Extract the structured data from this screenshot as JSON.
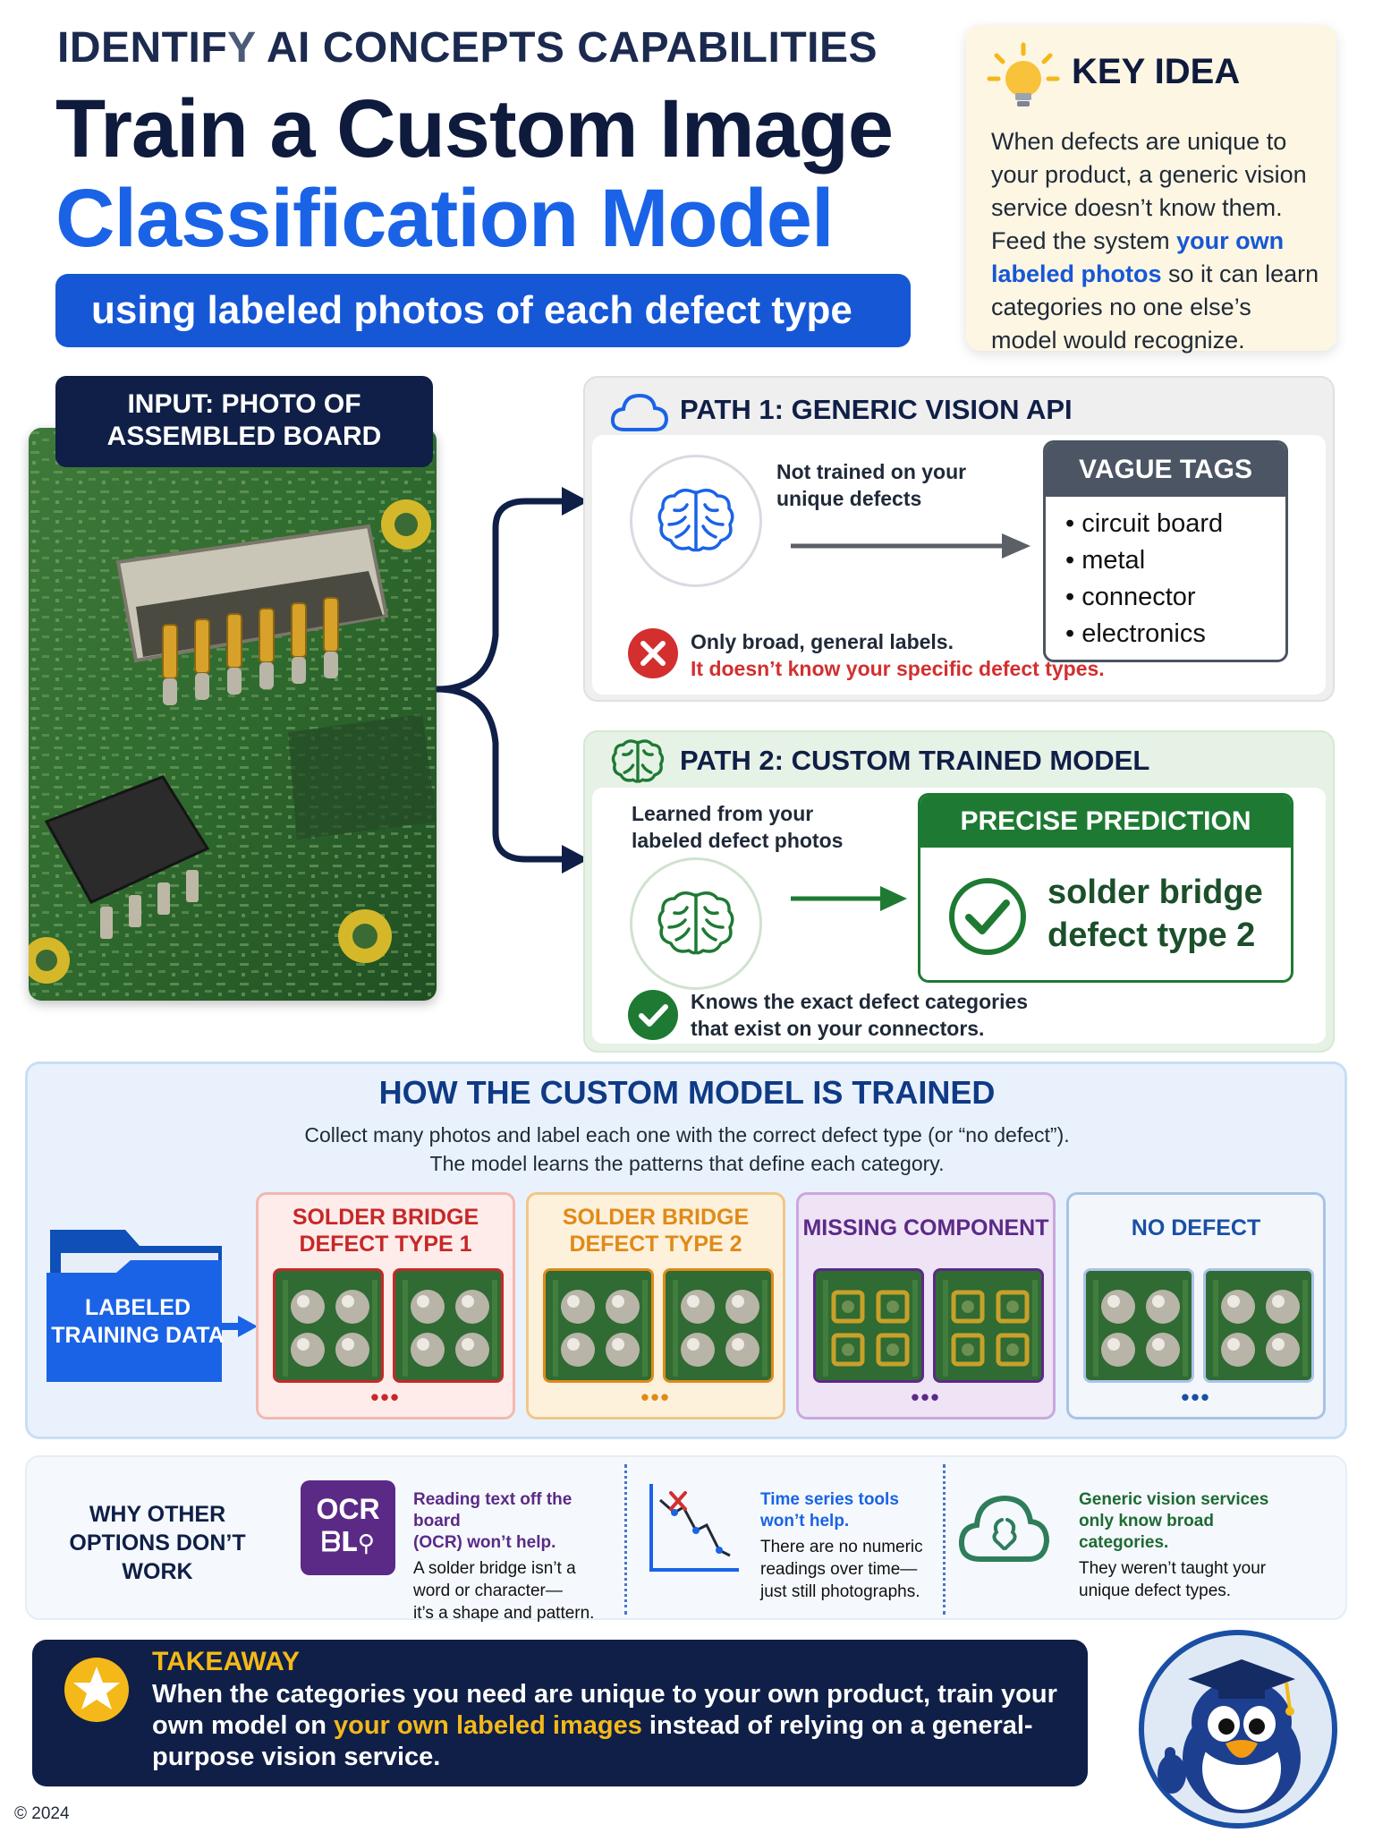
{
  "header": {
    "kicker_a": "IDENTIF",
    "kicker_b": "Y",
    "kicker_c": " AI CONCEPTS CAPABILITIES",
    "title_line1": "Train a Custom Image",
    "title_line2": "Classification Model",
    "subtitle": "using labeled photos of each defect type"
  },
  "key_idea": {
    "title": "KEY IDEA",
    "body_start": "When defects are unique to your product, a generic vision service doesn’t know them. Feed the system ",
    "body_highlight": "your own labeled photos",
    "body_end": " so it can learn categories no one else’s model would recognize."
  },
  "input": {
    "label_line1": "INPUT: PHOTO OF",
    "label_line2": "ASSEMBLED BOARD"
  },
  "path1": {
    "title": "PATH 1: GENERIC VISION API",
    "note_line1": "Not trained on your",
    "note_line2": "unique defects",
    "tags_title": "VAGUE TAGS",
    "tags": [
      "circuit board",
      "metal",
      "connector",
      "electronics"
    ],
    "result_line1": "Only broad, general labels.",
    "result_line2": "It doesn’t know your specific defect types."
  },
  "path2": {
    "title": "PATH 2: CUSTOM TRAINED MODEL",
    "note_line1": "Learned from your",
    "note_line2": "labeled defect photos",
    "prediction_title": "PRECISE PREDICTION",
    "prediction_line1": "solder bridge",
    "prediction_line2": "defect type 2",
    "result_line1": "Knows the exact defect categories",
    "result_line2": "that exist on your connectors."
  },
  "training": {
    "title": "HOW THE CUSTOM MODEL IS TRAINED",
    "desc_line1": "Collect many photos and label each one with the correct defect type (or “no defect”).",
    "desc_line2": "The model learns the patterns that define each category.",
    "folder_line1": "LABELED",
    "folder_line2": "TRAINING DATA",
    "categories": [
      {
        "line1": "SOLDER BRIDGE",
        "line2": "DEFECT TYPE 1",
        "dots": "•••",
        "color": "#c62828"
      },
      {
        "line1": "SOLDER BRIDGE",
        "line2": "DEFECT TYPE 2",
        "dots": "•••",
        "color": "#e08a17"
      },
      {
        "line1": "MISSING COMPONENT",
        "line2": "",
        "dots": "•••",
        "color": "#5b2a86"
      },
      {
        "line1": "NO DEFECT",
        "line2": "",
        "dots": "•••",
        "color": "#1a4fa3"
      }
    ]
  },
  "why_other": {
    "title_line1": "WHY OTHER",
    "title_line2": "OPTIONS DON’T WORK",
    "ocr_icon_line1": "OCR",
    "ocr_icon_line2": "ᗷᒪ",
    "items": [
      {
        "head_line1": "Reading text off the board",
        "head_line2": "(OCR) won’t help.",
        "head_line3": "",
        "body_line1": "A solder bridge isn’t a",
        "body_line2": "word or character—",
        "body_line3": "it’s a shape and pattern."
      },
      {
        "head_line1": "Time series tools",
        "head_line2": "won’t help.",
        "head_line3": "",
        "body_line1": "There are no numeric",
        "body_line2": "readings over time—",
        "body_line3": "just still photographs."
      },
      {
        "head_line1": "Generic vision services",
        "head_line2": "only know broad",
        "head_line3": "categories.",
        "body_line1": "They weren’t taught your",
        "body_line2": "unique defect types.",
        "body_line3": ""
      }
    ]
  },
  "takeaway": {
    "title": "TAKEAWAY",
    "body_start": "When the categories you need are unique to your own product, train your own model on ",
    "body_highlight": "your own labeled images",
    "body_end": " instead of relying on a general-purpose vision service."
  },
  "footer": {
    "copyright": "© 2024"
  },
  "colors": {
    "accent_blue": "#1a63e6",
    "navy": "#0f1f47",
    "green": "#1e7a33",
    "red": "#d32f2f",
    "gold": "#f4b819"
  }
}
